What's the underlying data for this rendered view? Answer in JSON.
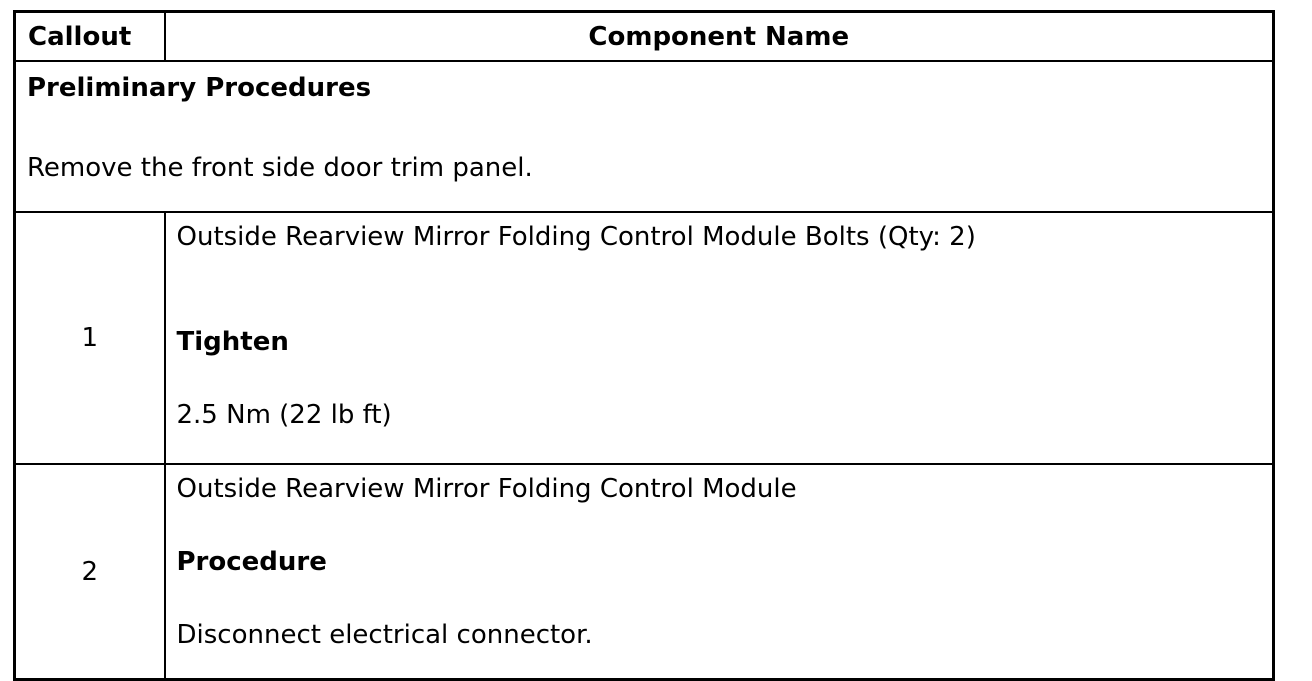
{
  "page": {
    "background_color": "#ffffff",
    "text_color": "#000000",
    "border_color": "#000000"
  },
  "table": {
    "header": {
      "callout_label": "Callout",
      "component_label": "Component Name"
    },
    "preliminary": {
      "title": "Preliminary Procedures",
      "instruction": "Remove the front side door trim panel."
    },
    "rows": [
      {
        "callout": "1",
        "component": "Outside Rearview Mirror Folding Control Module Bolts (Qty: 2)",
        "action_label": "Tighten",
        "action_detail": "2.5 Nm (22 lb ft)"
      },
      {
        "callout": "2",
        "component": "Outside Rearview Mirror Folding Control Module",
        "action_label": "Procedure",
        "action_detail": "Disconnect electrical connector."
      }
    ]
  }
}
